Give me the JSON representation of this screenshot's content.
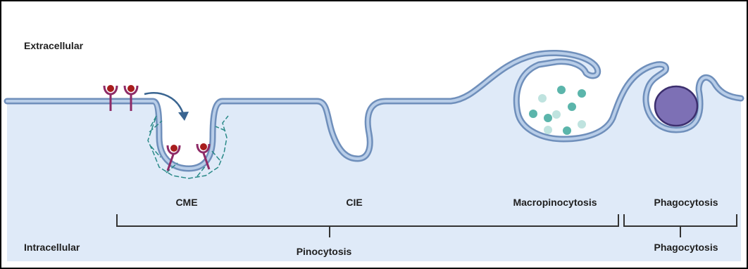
{
  "regions": {
    "extracellular": "Extracellular",
    "intracellular": "Intracellular"
  },
  "processes": {
    "cme": "CME",
    "cie": "CIE",
    "macropinocytosis": "Macropinocytosis",
    "phagocytosis": "Phagocytosis"
  },
  "groups": {
    "pinocytosis": "Pinocytosis",
    "phagocytosis": "Phagocytosis"
  },
  "colors": {
    "extracellular_bg": "#ffffff",
    "intracellular_bg": "#dfeaf8",
    "membrane_outer": "#6f8fbb",
    "membrane_inner": "#b8cde8",
    "receptor": "#8e2a66",
    "ligand": "#a81d1d",
    "arrow": "#3a6591",
    "clathrin": "#2a8a88",
    "particle": "#5bb5ab",
    "phagocytosed_particle": "#7d70b5",
    "bracket": "#333333",
    "border": "#000000"
  }
}
